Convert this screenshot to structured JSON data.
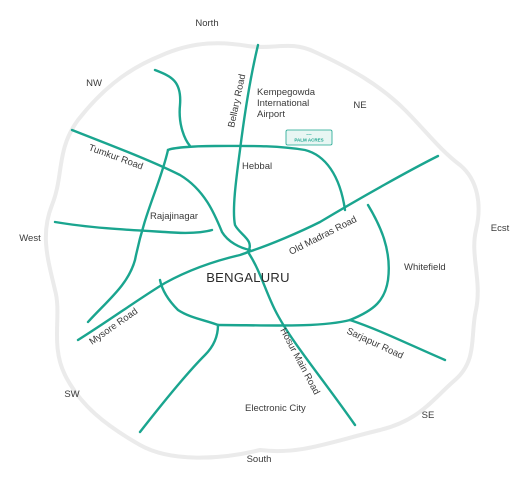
{
  "map": {
    "city": "BENGALURU",
    "directions": {
      "north": "North",
      "ne": "NE",
      "east": "Ecst",
      "se": "SE",
      "south": "South",
      "sw": "SW",
      "west": "West",
      "nw": "NW"
    },
    "roads": {
      "bellary": "Bellary Road",
      "tumkur": "Tumkur Road",
      "old_madras": "Old Madras Road",
      "mysore": "Mysore Road",
      "hosur": "Hosur Main Road",
      "sarjapur": "Sarjapur Road"
    },
    "places": {
      "airport_line1": "Kempegowda",
      "airport_line2": "International",
      "airport_line3": "Airport",
      "hebbal": "Hebbal",
      "rajajinagar": "Rajajinagar",
      "whitefield": "Whitefield",
      "electronic_city": "Electronic City"
    },
    "project": {
      "name": "PALM ACRES",
      "dots": "•••••"
    },
    "colors": {
      "road": "#1aa58f",
      "boundary": "#ebebeb",
      "text": "#3a3a3a"
    }
  }
}
